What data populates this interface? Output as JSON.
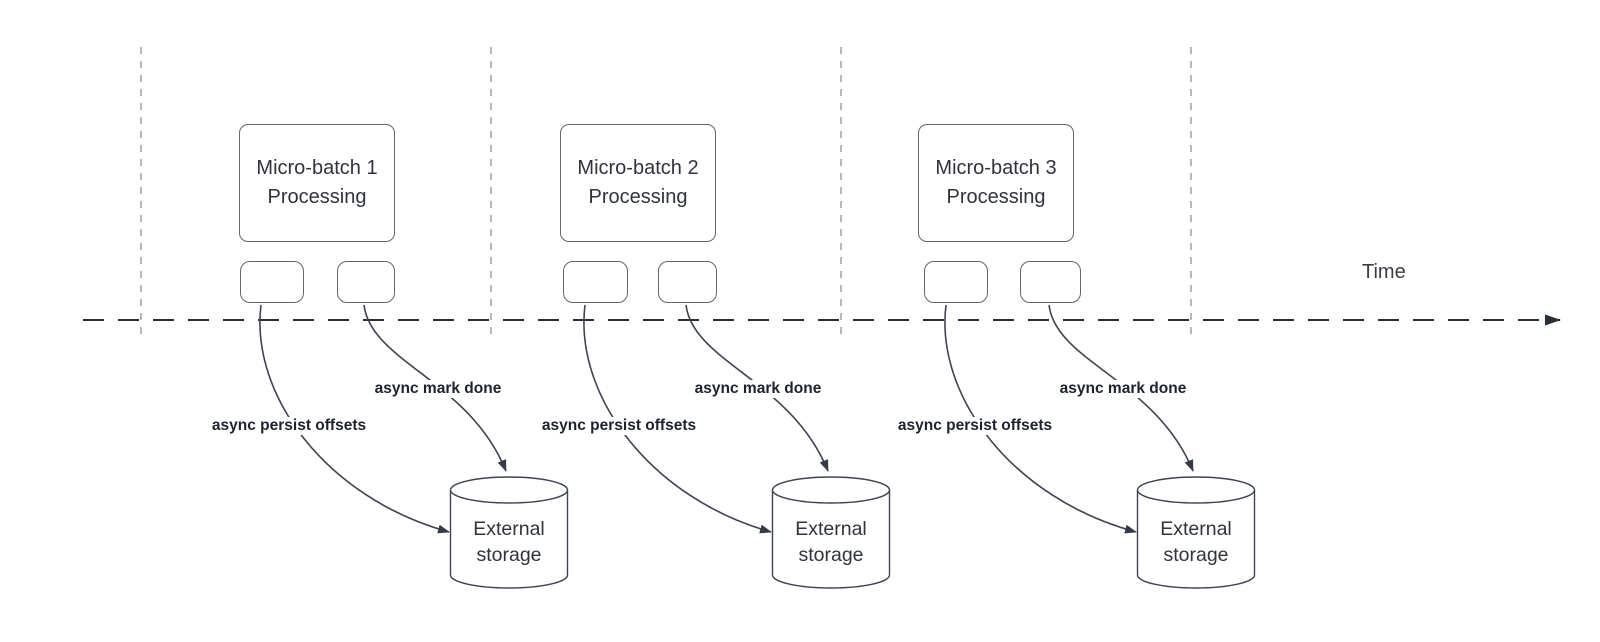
{
  "diagram": {
    "axis_label": "Time",
    "groups": [
      {
        "title": "Micro-batch 1\nProcessing",
        "persist_label": "async persist offsets",
        "mark_done_label": "async mark done",
        "storage_label": "External\nstorage"
      },
      {
        "title": "Micro-batch 2\nProcessing",
        "persist_label": "async persist offsets",
        "mark_done_label": "async mark done",
        "storage_label": "External\nstorage"
      },
      {
        "title": "Micro-batch 3\nProcessing",
        "persist_label": "async persist offsets",
        "mark_done_label": "async mark done",
        "storage_label": "External\nstorage"
      }
    ],
    "colors": {
      "background": "#ffffff",
      "connector_stroke": "#3f4450",
      "arrowhead_fill": "#343a46",
      "guide_dash": "#a9acb1",
      "axis_line": "#2a2e33",
      "shape_border": "#62666c",
      "shape_text": "#30343a",
      "edge_label_text": "#1e222e"
    }
  }
}
